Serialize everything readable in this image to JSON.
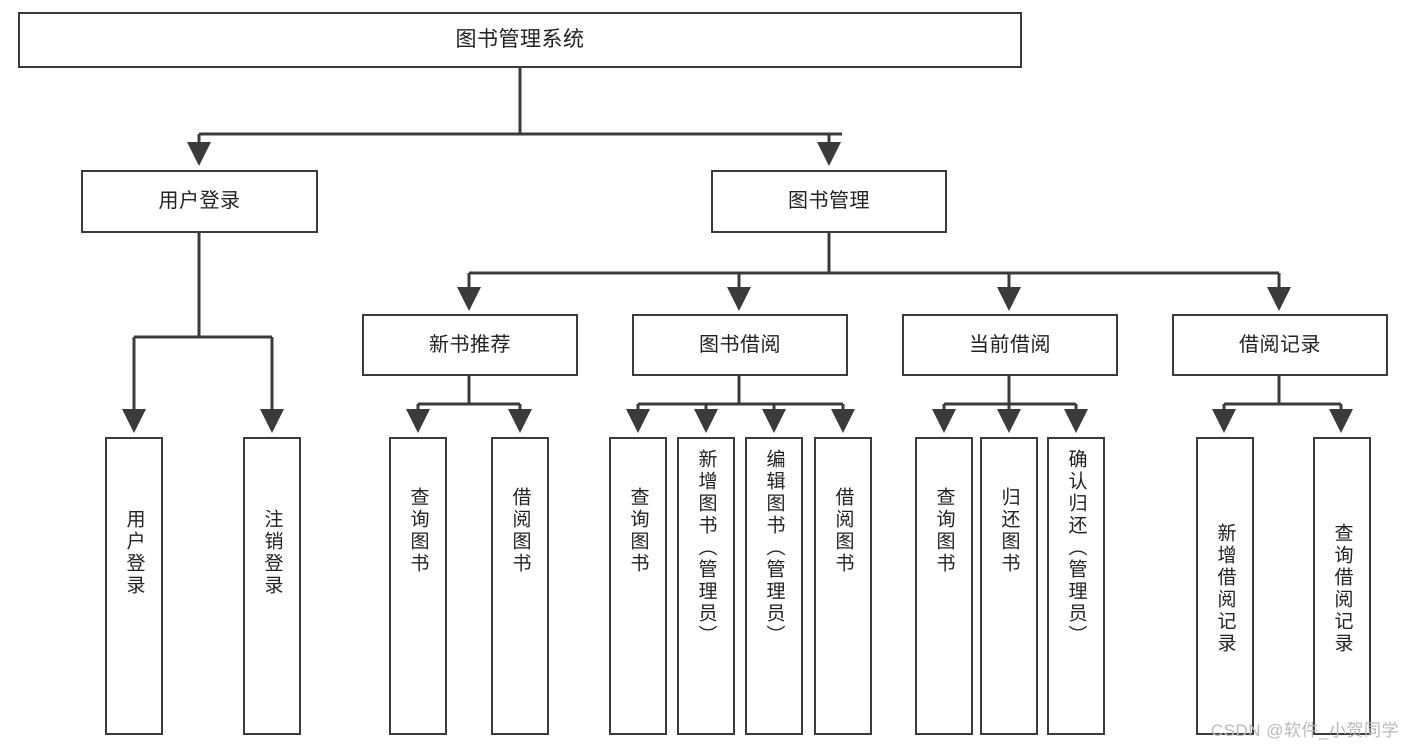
{
  "diagram": {
    "type": "tree",
    "title": "图书管理系统",
    "theme": {
      "box_border": "#3b3b3b",
      "box_fill": "#ffffff",
      "edge_color": "#3b3b3b",
      "text_color": "#222222",
      "watermark_color": "#b9b9b9",
      "background": "#ffffff"
    },
    "root": {
      "label": "图书管理系统"
    },
    "level2": [
      {
        "label": "用户登录"
      },
      {
        "label": "图书管理"
      }
    ],
    "level3": [
      {
        "label": "新书推荐"
      },
      {
        "label": "图书借阅"
      },
      {
        "label": "当前借阅"
      },
      {
        "label": "借阅记录"
      }
    ],
    "leaves": {
      "user_login": [
        {
          "label": "用户登录"
        },
        {
          "label": "注销登录"
        }
      ],
      "new_book_recommend": [
        {
          "label": "查询图书"
        },
        {
          "label": "借阅图书"
        }
      ],
      "book_borrow": [
        {
          "label": "查询图书"
        },
        {
          "label": "新增图书（管理员）"
        },
        {
          "label": "编辑图书（管理员）"
        },
        {
          "label": "借阅图书"
        }
      ],
      "current_borrow": [
        {
          "label": "查询图书"
        },
        {
          "label": "归还图书"
        },
        {
          "label": "确认归还（管理员）"
        }
      ],
      "borrow_record": [
        {
          "label": "新增借阅记录"
        },
        {
          "label": "查询借阅记录"
        }
      ]
    }
  },
  "watermark": {
    "text": "CSDN @软件_小贺同学"
  }
}
